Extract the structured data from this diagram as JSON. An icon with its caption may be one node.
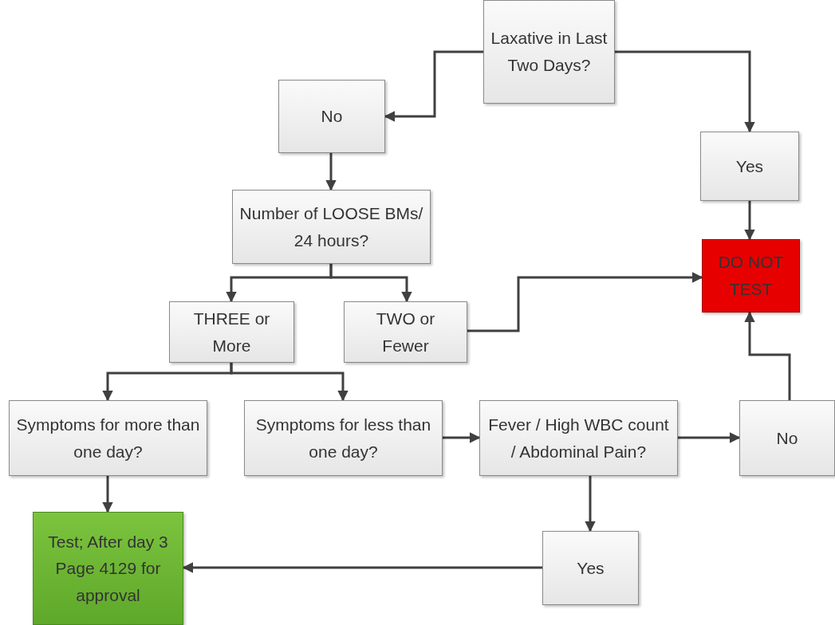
{
  "diagram": {
    "nodes": [
      {
        "text": [
          "Laxative in Last Two Days?"
        ]
      },
      {
        "text": [
          "No"
        ]
      },
      {
        "text": [
          "Yes"
        ]
      },
      {
        "text": [
          "Number of LOOSE BMs/ 24 hours?"
        ]
      },
      {
        "text": [
          "DO NOT TEST"
        ]
      },
      {
        "text": [
          "THREE or More"
        ]
      },
      {
        "text": [
          "TWO or Fewer"
        ]
      },
      {
        "text": [
          "Symptoms for more than one day?"
        ]
      },
      {
        "text": [
          "Symptoms for less than one day?"
        ]
      },
      {
        "text": [
          "Fever / High WBC count / Abdominal Pain?"
        ]
      },
      {
        "text": [
          "No"
        ]
      },
      {
        "text": [
          "Test; After day 3 Page 4129 for approval"
        ]
      },
      {
        "text": [
          "Yes"
        ]
      }
    ],
    "edges": [
      {
        "from": 0,
        "to": 1,
        "arrow": "to"
      },
      {
        "from": 0,
        "to": 2,
        "arrow": "to"
      },
      {
        "from": 1,
        "to": 3,
        "arrow": "to"
      },
      {
        "from": 2,
        "to": 4,
        "arrow": "to"
      },
      {
        "from": 3,
        "to": 5,
        "arrow": "to"
      },
      {
        "from": 3,
        "to": 6,
        "arrow": "to"
      },
      {
        "from": 6,
        "to": 4,
        "arrow": "to"
      },
      {
        "from": 5,
        "to": 7,
        "arrow": "to"
      },
      {
        "from": 5,
        "to": 8,
        "arrow": "to"
      },
      {
        "from": 7,
        "to": 11,
        "arrow": "to"
      },
      {
        "from": 8,
        "to": 9,
        "arrow": "to"
      },
      {
        "from": 9,
        "to": 10,
        "arrow": "to"
      },
      {
        "from": 10,
        "to": 4,
        "arrow": "to"
      },
      {
        "from": 9,
        "to": 12,
        "arrow": "to"
      },
      {
        "from": 12,
        "to": 11,
        "arrow": "to"
      }
    ]
  }
}
